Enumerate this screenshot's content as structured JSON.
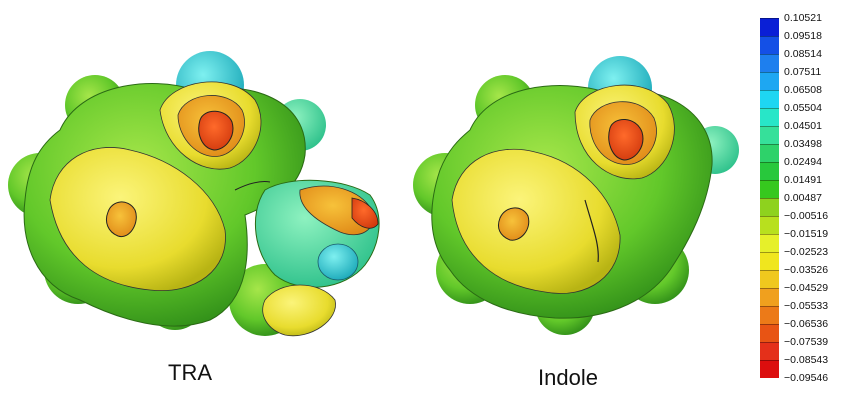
{
  "molecules": [
    {
      "label": "TRA"
    },
    {
      "label": "Indole"
    }
  ],
  "colorbar": {
    "ticks": [
      "0.10521",
      "0.09518",
      "0.08514",
      "0.07511",
      "0.06508",
      "0.05504",
      "0.04501",
      "0.03498",
      "0.02494",
      "0.01491",
      "0.00487",
      "−0.00516",
      "−0.01519",
      "−0.02523",
      "−0.03526",
      "−0.04529",
      "−0.05533",
      "−0.06536",
      "−0.07539",
      "−0.08543",
      "−0.09546"
    ],
    "colors": [
      "#0a1fd6",
      "#1450e6",
      "#1e7fee",
      "#1ea7f2",
      "#1ed6f2",
      "#28e6c8",
      "#36e09a",
      "#2ed26a",
      "#28c83c",
      "#36c81e",
      "#8ed21e",
      "#b8e01e",
      "#e6f02a",
      "#f0e61e",
      "#f0c81e",
      "#f0a01e",
      "#ec7a18",
      "#e85414",
      "#e4301a",
      "#dc0e0e"
    ]
  }
}
